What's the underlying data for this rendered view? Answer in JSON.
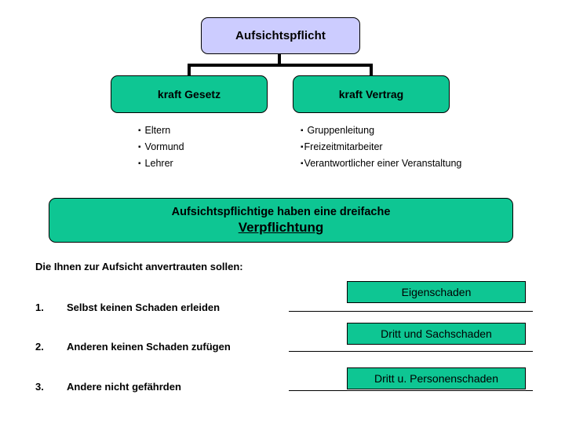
{
  "diagram": {
    "title": "Aufsichtspflicht",
    "root": {
      "label": "Aufsichtspflicht",
      "fill": "#ccccff",
      "border": "#000000"
    },
    "branches": [
      {
        "label": "kraft Gesetz",
        "fill": "#0ec693",
        "items": [
          {
            "mark": "▪",
            "text": "Eltern"
          },
          {
            "mark": "▪",
            "text": "Vormund"
          },
          {
            "mark": "▪",
            "text": "Lehrer"
          }
        ]
      },
      {
        "label": "kraft Vertrag",
        "fill": "#0ec693",
        "items": [
          {
            "mark": "▪",
            "text": "Gruppenleitung"
          },
          {
            "mark": "▪",
            "text": "Freizeitmitarbeiter"
          },
          {
            "mark": "▪",
            "text": "Verantwortlicher einer Veranstaltung"
          }
        ]
      }
    ],
    "banner": {
      "line1": "Aufsichtspflichtige haben eine dreifache",
      "line2": "Verpflichtung",
      "fill": "#0ec693"
    },
    "intro": "Die Ihnen zur Aufsicht anvertrauten sollen:",
    "obligations": [
      {
        "number": "1.",
        "text": "Selbst keinen Schaden erleiden",
        "damage_label": "Eigenschaden"
      },
      {
        "number": "2.",
        "text": "Anderen keinen Schaden zufügen",
        "damage_label": "Dritt und Sachschaden"
      },
      {
        "number": "3.",
        "text": "Andere nicht gefährden",
        "damage_label": "Dritt u. Personenschaden"
      }
    ],
    "colors": {
      "green": "#0ec693",
      "lavender": "#ccccff",
      "outline": "#000000",
      "background": "#ffffff"
    }
  }
}
